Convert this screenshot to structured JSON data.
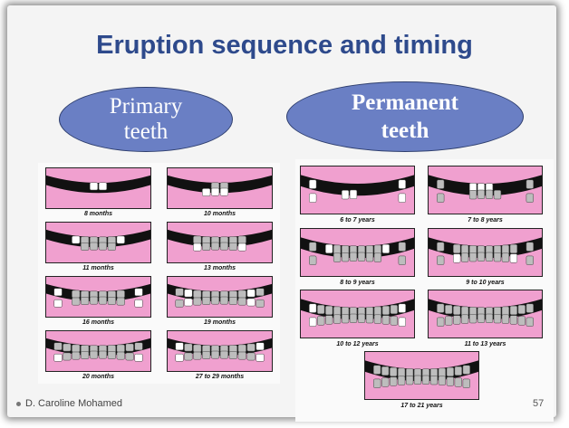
{
  "slide": {
    "title": "Eruption sequence and timing",
    "primary_label_line1": "Primary",
    "primary_label_line2": "teeth",
    "permanent_label_line1": "Permanent",
    "permanent_label_line2": "teeth",
    "author": "D. Caroline Mohamed",
    "page_number": "57"
  },
  "colors": {
    "title": "#2e4a8c",
    "oval_fill": "#6a7fc4",
    "gum_pink": "#f0a0cf",
    "mouth_black": "#111111",
    "tooth_white": "#ffffff",
    "tooth_gray": "#bdbdbd"
  },
  "primary_stages": [
    {
      "caption": "8 months"
    },
    {
      "caption": "10 months"
    },
    {
      "caption": "11 months"
    },
    {
      "caption": "13 months"
    },
    {
      "caption": "16 months"
    },
    {
      "caption": "19 months"
    },
    {
      "caption": "20 months"
    },
    {
      "caption": "27 to 29 months"
    }
  ],
  "permanent_stages": [
    {
      "caption": "6 to 7 years"
    },
    {
      "caption": "7 to 8 years"
    },
    {
      "caption": "8 to 9 years"
    },
    {
      "caption": "9 to 10 years"
    },
    {
      "caption": "10 to 12 years"
    },
    {
      "caption": "11 to 13 years"
    },
    {
      "caption": "17 to 21 years"
    }
  ]
}
